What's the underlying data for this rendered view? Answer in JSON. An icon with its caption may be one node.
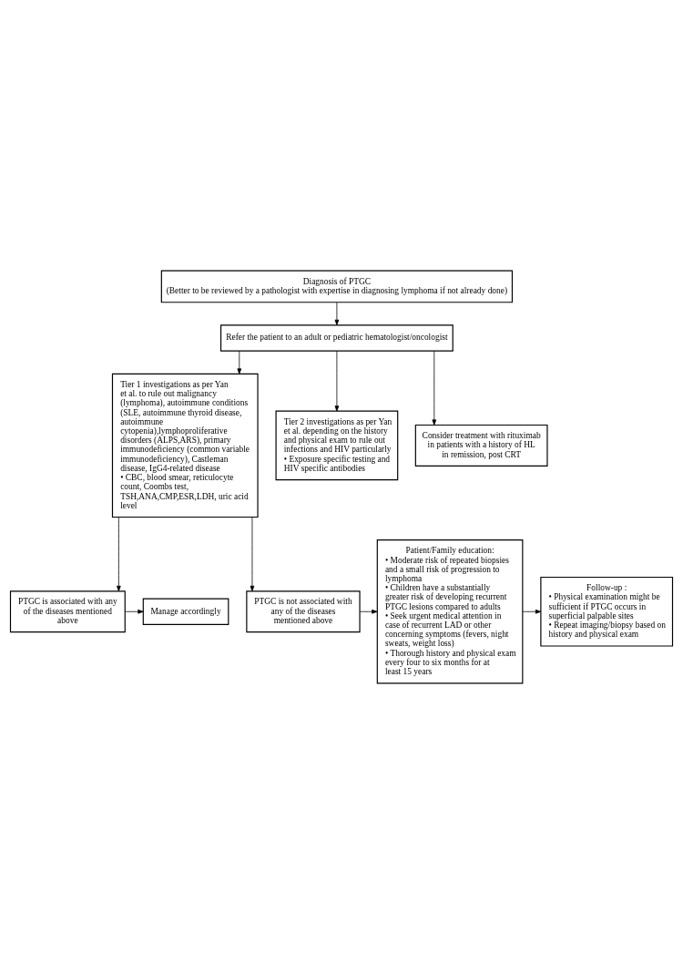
{
  "diagram": {
    "nodes": [
      {
        "text": [
          "Diagnosis of PTGC",
          "(Better to be reviewed by a pathologist with expertise in diagnosing lymphoma if not already done)"
        ]
      },
      {
        "text": [
          "Refer the patient to an adult or pediatric hematologist/oncologist"
        ]
      },
      {
        "text": [
          "Tier 1 investigations as per Yan et al. to rule out malignancy (lymphoma), autoimmune conditions (SLE, autoimmune thyroid disease, autoimmune cytopenia),lymphoproliferative disorders (ALPS,ARS), primary immunodeficiency (common variable immunodeficiency), Castleman disease, IgG4-related disease",
          "• CBC, blood smear, reticulocyte count, Coombs test, TSH,ANA,CMP,ESR,LDH, uric acid level"
        ]
      },
      {
        "text": [
          "Tier 2 investigations as per Yan et al. depending on the history and physical exam to rule out infections and HIV particularly",
          "• Exposure specific testing and HIV specific antibodies"
        ]
      },
      {
        "text": [
          "Consider treatment with rituximab in patients with a history of HL in remission, post CRT"
        ]
      },
      {
        "text": [
          "PTGC is associated with any of the diseases mentioned above"
        ]
      },
      {
        "text": [
          "Manage accordingly"
        ]
      },
      {
        "text": [
          "PTGC is not associated with any of the diseases mentioned above"
        ]
      },
      {
        "text": [
          "Patient/Family education:",
          "• Moderate risk of repeated biopsies and a small risk of progression to lymphoma",
          "• Children have a substantially greater risk of developing recurrent PTGC lesions compared to adults",
          "• Seek urgent medical attention in case of recurrent LAD or other concerning symptoms (fevers, night sweats, weight loss)",
          "• Thorough history and physical exam every four to six months for at least 15 years"
        ]
      },
      {
        "text": [
          "Follow-up :",
          "• Physical examination might be sufficient if PTGC occurs in superficial palpable sites",
          "• Repeat imaging/biopsy based on history and physical exam"
        ]
      }
    ],
    "edges": [
      {
        "from": 0,
        "to": 1,
        "arrow": "to"
      },
      {
        "from": 1,
        "to": 2,
        "arrow": "to"
      },
      {
        "from": 1,
        "to": 3,
        "arrow": "to"
      },
      {
        "from": 1,
        "to": 4,
        "arrow": "to"
      },
      {
        "from": 2,
        "to": 5,
        "arrow": "to"
      },
      {
        "from": 2,
        "to": 7,
        "arrow": "to"
      },
      {
        "from": 5,
        "to": 6,
        "arrow": "to"
      },
      {
        "from": 7,
        "to": 8,
        "arrow": "to"
      },
      {
        "from": 8,
        "to": 9,
        "arrow": "to"
      }
    ]
  }
}
